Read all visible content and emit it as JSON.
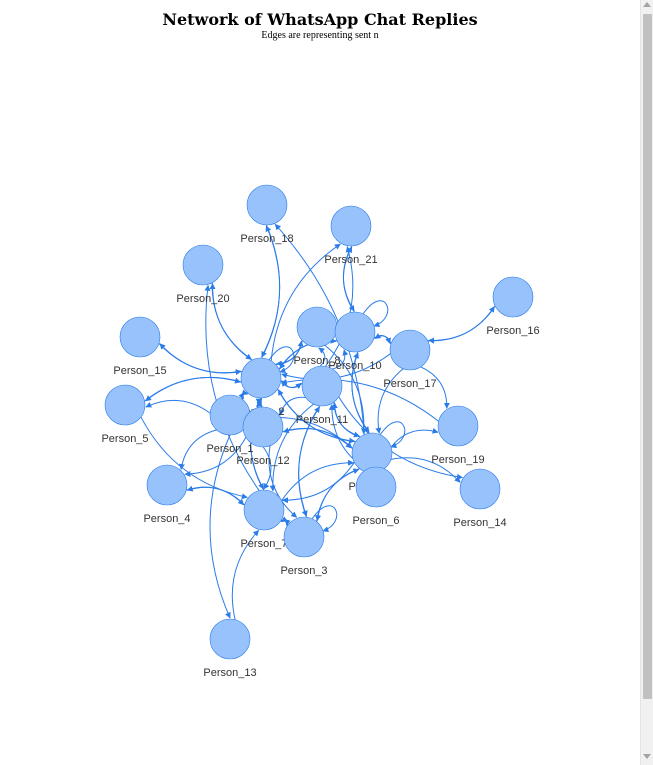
{
  "title": "Network of WhatsApp Chat Replies",
  "subtitle": "Edges are representing sent n",
  "colors": {
    "node_fill": "#97c2fc",
    "node_stroke": "#2b7ce9",
    "edge": "#2b7ce9"
  },
  "nodes": [
    {
      "id": "Person_18",
      "label": "Person_18"
    },
    {
      "id": "Person_21",
      "label": "Person_21"
    },
    {
      "id": "Person_20",
      "label": "Person_20"
    },
    {
      "id": "Person_16",
      "label": "Person_16"
    },
    {
      "id": "Person_15",
      "label": "Person_15"
    },
    {
      "id": "Person_8",
      "label": "Person_8"
    },
    {
      "id": "Person_10",
      "label": "Person_10"
    },
    {
      "id": "Person_17",
      "label": "Person_17"
    },
    {
      "id": "Person_2",
      "label": "Person_2"
    },
    {
      "id": "Person_11",
      "label": "Person_11"
    },
    {
      "id": "Person_5",
      "label": "Person_5"
    },
    {
      "id": "Person_1",
      "label": "Person_1"
    },
    {
      "id": "Person_12",
      "label": "Person_12"
    },
    {
      "id": "Person_19",
      "label": "Person_19"
    },
    {
      "id": "Person_9",
      "label": "Person_9"
    },
    {
      "id": "Person_6",
      "label": "Person_6"
    },
    {
      "id": "Person_14",
      "label": "Person_14"
    },
    {
      "id": "Person_4",
      "label": "Person_4"
    },
    {
      "id": "Person_7",
      "label": "Person_7"
    },
    {
      "id": "Person_3",
      "label": "Person_3"
    },
    {
      "id": "Person_13",
      "label": "Person_13"
    }
  ],
  "edges": [
    {
      "from": "Person_2",
      "to": "Person_18"
    },
    {
      "from": "Person_18",
      "to": "Person_2"
    },
    {
      "from": "Person_9",
      "to": "Person_18"
    },
    {
      "from": "Person_2",
      "to": "Person_21"
    },
    {
      "from": "Person_21",
      "to": "Person_10"
    },
    {
      "from": "Person_10",
      "to": "Person_21"
    },
    {
      "from": "Person_11",
      "to": "Person_21"
    },
    {
      "from": "Person_2",
      "to": "Person_20"
    },
    {
      "from": "Person_20",
      "to": "Person_2"
    },
    {
      "from": "Person_7",
      "to": "Person_20"
    },
    {
      "from": "Person_15",
      "to": "Person_2"
    },
    {
      "from": "Person_2",
      "to": "Person_15"
    },
    {
      "from": "Person_17",
      "to": "Person_16"
    },
    {
      "from": "Person_16",
      "to": "Person_17"
    },
    {
      "from": "Person_2",
      "to": "Person_8"
    },
    {
      "from": "Person_8",
      "to": "Person_2"
    },
    {
      "from": "Person_11",
      "to": "Person_8"
    },
    {
      "from": "Person_8",
      "to": "Person_9"
    },
    {
      "from": "Person_10",
      "to": "Person_2"
    },
    {
      "from": "Person_2",
      "to": "Person_10"
    },
    {
      "from": "Person_10",
      "to": "Person_9"
    },
    {
      "from": "Person_9",
      "to": "Person_10"
    },
    {
      "from": "Person_17",
      "to": "Person_10"
    },
    {
      "from": "Person_10",
      "to": "Person_17"
    },
    {
      "from": "Person_11",
      "to": "Person_10"
    },
    {
      "from": "Person_17",
      "to": "Person_19"
    },
    {
      "from": "Person_17",
      "to": "Person_9"
    },
    {
      "from": "Person_17",
      "to": "Person_2"
    },
    {
      "from": "Person_2",
      "to": "Person_11"
    },
    {
      "from": "Person_11",
      "to": "Person_2"
    },
    {
      "from": "Person_2",
      "to": "Person_5"
    },
    {
      "from": "Person_5",
      "to": "Person_2"
    },
    {
      "from": "Person_1",
      "to": "Person_5"
    },
    {
      "from": "Person_1",
      "to": "Person_2"
    },
    {
      "from": "Person_2",
      "to": "Person_1"
    },
    {
      "from": "Person_12",
      "to": "Person_2"
    },
    {
      "from": "Person_2",
      "to": "Person_9"
    },
    {
      "from": "Person_9",
      "to": "Person_2"
    },
    {
      "from": "Person_11",
      "to": "Person_9"
    },
    {
      "from": "Person_9",
      "to": "Person_11"
    },
    {
      "from": "Person_11",
      "to": "Person_12"
    },
    {
      "from": "Person_12",
      "to": "Person_9"
    },
    {
      "from": "Person_9",
      "to": "Person_12"
    },
    {
      "from": "Person_9",
      "to": "Person_19"
    },
    {
      "from": "Person_19",
      "to": "Person_2"
    },
    {
      "from": "Person_9",
      "to": "Person_14"
    },
    {
      "from": "Person_11",
      "to": "Person_14"
    },
    {
      "from": "Person_6",
      "to": "Person_9"
    },
    {
      "from": "Person_9",
      "to": "Person_6"
    },
    {
      "from": "Person_6",
      "to": "Person_11"
    },
    {
      "from": "Person_1",
      "to": "Person_4"
    },
    {
      "from": "Person_4",
      "to": "Person_7"
    },
    {
      "from": "Person_7",
      "to": "Person_4"
    },
    {
      "from": "Person_12",
      "to": "Person_4"
    },
    {
      "from": "Person_5",
      "to": "Person_7"
    },
    {
      "from": "Person_7",
      "to": "Person_2"
    },
    {
      "from": "Person_2",
      "to": "Person_7"
    },
    {
      "from": "Person_7",
      "to": "Person_3"
    },
    {
      "from": "Person_3",
      "to": "Person_7"
    },
    {
      "from": "Person_3",
      "to": "Person_9"
    },
    {
      "from": "Person_9",
      "to": "Person_3"
    },
    {
      "from": "Person_3",
      "to": "Person_11"
    },
    {
      "from": "Person_11",
      "to": "Person_3"
    },
    {
      "from": "Person_7",
      "to": "Person_9"
    },
    {
      "from": "Person_12",
      "to": "Person_3"
    },
    {
      "from": "Person_13",
      "to": "Person_7"
    },
    {
      "from": "Person_1",
      "to": "Person_13"
    },
    {
      "from": "Person_12",
      "to": "Person_7"
    },
    {
      "from": "Person_11",
      "to": "Person_7"
    },
    {
      "from": "Person_9",
      "to": "Person_7"
    },
    {
      "from": "Person_2",
      "to": "Person_12"
    },
    {
      "from": "Person_1",
      "to": "Person_9"
    }
  ],
  "self_loops": [
    "Person_2",
    "Person_10",
    "Person_9",
    "Person_3"
  ]
}
